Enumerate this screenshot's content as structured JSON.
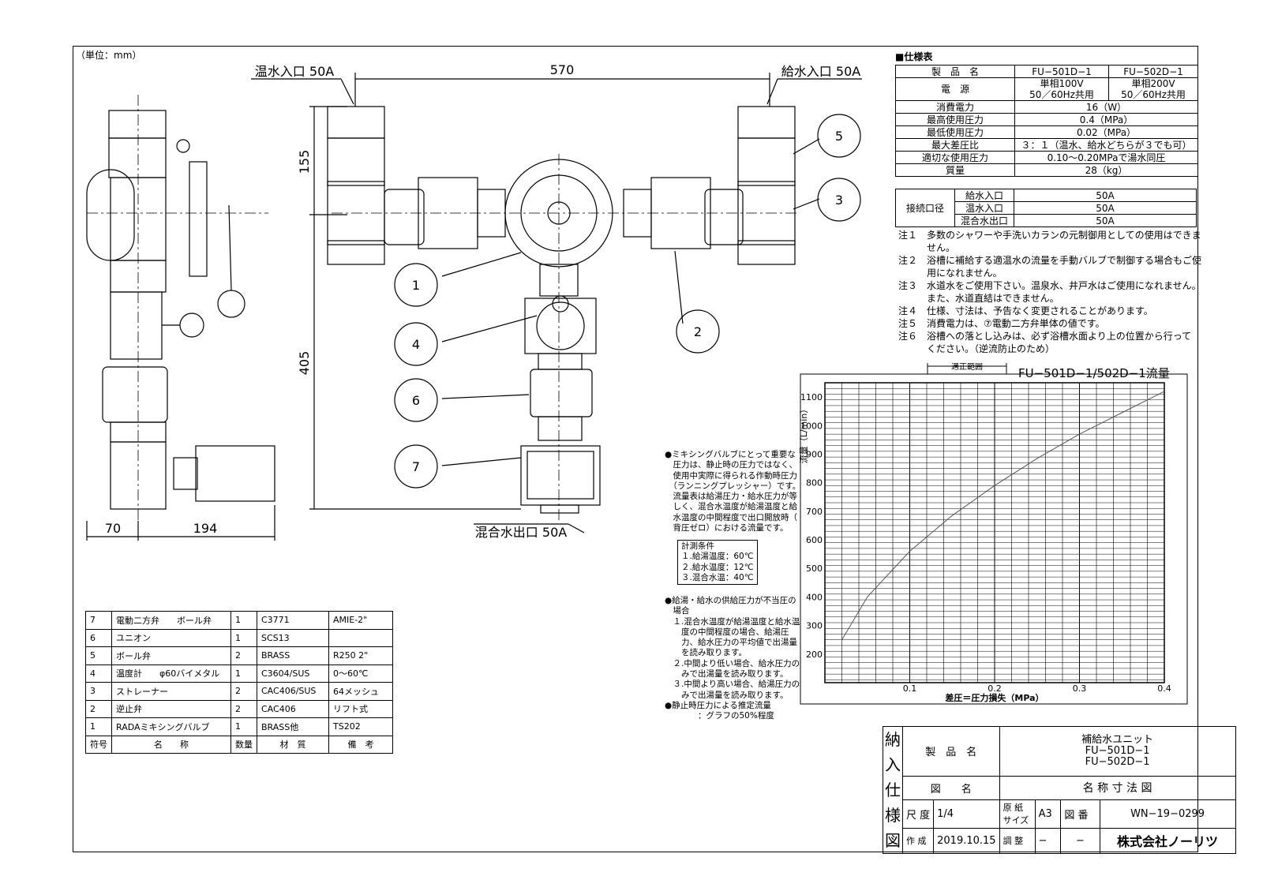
{
  "unit_note": "（単位：mm）",
  "dims": {
    "w570": "570",
    "h155": "155",
    "h405": "405",
    "w70": "70",
    "w194": "194"
  },
  "ports": {
    "hot_in": "温水入口 50A",
    "cold_in": "給水入口 50A",
    "mix_out": "混合水出口 50A"
  },
  "balloons": [
    "1",
    "2",
    "3",
    "4",
    "5",
    "6",
    "7"
  ],
  "spec": {
    "title": "■仕様表",
    "product_label": "製　品　名",
    "models": [
      "FU−501D−1",
      "FU−502D−1"
    ],
    "power_label": "電　源",
    "power": [
      [
        "単相100V",
        "50／60Hz共用"
      ],
      [
        "単相200V",
        "50／60Hz共用"
      ]
    ],
    "rows": [
      [
        "消費電力",
        "16（W）"
      ],
      [
        "最高使用圧力",
        "0.4（MPa）"
      ],
      [
        "最低使用圧力",
        "0.02（MPa）"
      ],
      [
        "最大差圧比",
        "３：１（温水、給水どちらが３でも可）"
      ],
      [
        "適切な使用圧力",
        "0.10〜0.20MPaで湯水同圧"
      ],
      [
        "質量",
        "28（kg）"
      ]
    ],
    "conn_label": "接続口径",
    "conn": [
      [
        "給水入口",
        "50A"
      ],
      [
        "温水入口",
        "50A"
      ],
      [
        "混合水出口",
        "50A"
      ]
    ]
  },
  "notes": [
    "注１　多数のシャワーや手洗いカランの元制御用としての使用はできま",
    "　　　せん。",
    "注２　浴槽に補給する適温水の流量を手動バルブで制御する場合もご使",
    "　　　用になれません。",
    "注３　水道水をご使用下さい。温泉水、井戸水はご使用になれません。",
    "　　　また、水道直結はできません。",
    "注４　仕様、寸法は、予告なく変更されることがあります。",
    "注５　消費電力は、⑦電動二方弁単体の値です。",
    "注６　浴槽への落とし込みは、必ず浴槽水面より上の位置から行って",
    "　　　ください。（逆流防止のため）"
  ],
  "chart_data": {
    "type": "line",
    "title": "FU−501D−1/502D−1流量",
    "range_label": "適正範囲",
    "xlabel": "差圧＝圧力損失（MPa）",
    "ylabel": "流量（L/min）",
    "xlim": [
      0,
      0.4
    ],
    "ylim": [
      100,
      1150
    ],
    "x_ticks": [
      "0.1",
      "0.2",
      "0.3",
      "0.4"
    ],
    "y_ticks": [
      "200",
      "300",
      "400",
      "500",
      "600",
      "700",
      "800",
      "900",
      "1000",
      "1100"
    ],
    "series": [
      {
        "x": [
          0.02,
          0.05,
          0.1,
          0.15,
          0.2,
          0.25,
          0.3,
          0.35,
          0.4
        ],
        "y": [
          250,
          400,
          560,
          685,
          790,
          885,
          970,
          1045,
          1120
        ]
      }
    ]
  },
  "conditions": [
    "●ミキシングバルブにとって重要な",
    "　圧力は、静止時の圧力ではなく、",
    "　使用中実際に得られる作動時圧力",
    "　（ランニングプレッシャー）です。",
    "　流量表は給湯圧力・給水圧力が等",
    "　しく、混合水温度が給湯温度と給",
    "　水温度の中間程度で出口開放時（",
    "　背圧ゼロ）における流量です。"
  ],
  "measure": [
    "計測条件",
    "１.給湯温度：60℃",
    "２.給水温度：12℃",
    "３.混合水温：40℃"
  ],
  "supply": [
    "●給湯・給水の供給圧力が不当圧の",
    "　場合",
    "　１.混合水温度が給湯温度と給水温",
    "　　度の中間程度の場合、給湯圧",
    "　　力、給水圧力の平均値で出湯量",
    "　　を読み取ります。",
    "　２.中間より低い場合、給水圧力の",
    "　　みで出湯量を読み取ります。",
    "　３.中間より高い場合、給湯圧力の",
    "　　みで出湯量を読み取ります。",
    "●静止時圧力による推定流量",
    "　　　　：グラフの50%程度"
  ],
  "parts": {
    "rows": [
      [
        "7",
        "電動二方弁　　ボール弁",
        "1",
        "C3771",
        "AMIE-2\""
      ],
      [
        "6",
        "ユニオン",
        "1",
        "SCS13",
        ""
      ],
      [
        "5",
        "ボール弁",
        "2",
        "BRASS",
        "R250 2\""
      ],
      [
        "4",
        "温度計　　φ60バイメタル",
        "1",
        "C3604/SUS",
        "0〜60℃"
      ],
      [
        "3",
        "ストレーナー",
        "2",
        "CAC406/SUS",
        "64メッシュ"
      ],
      [
        "2",
        "逆止弁",
        "2",
        "CAC406",
        "リフト式"
      ],
      [
        "1",
        "RADAミキシングバルブ",
        "1",
        "BRASS他",
        "TS202"
      ]
    ],
    "header": [
      "符号",
      "名　　称",
      "数量",
      "材　質",
      "備　考"
    ]
  },
  "title_block": {
    "side": [
      "納",
      "入",
      "仕",
      "様",
      "図"
    ],
    "product_label": "製　品　名",
    "product": [
      "補給水ユニット",
      "FU−501D−1",
      "FU−502D−1"
    ],
    "drawing_label": "図　　名",
    "drawing": "名 称 寸 法 図",
    "scale_label": "尺 度",
    "scale": "1/4",
    "paper_label": "原 紙 サイズ",
    "paper": "A3",
    "num_label": "図 番",
    "num": "WN−19−0299",
    "made_label": "作 成",
    "date": "2019.10.15",
    "adj_label": "調 整",
    "adj1": "−",
    "adj2": "−",
    "company": "株式会社ノーリツ"
  }
}
